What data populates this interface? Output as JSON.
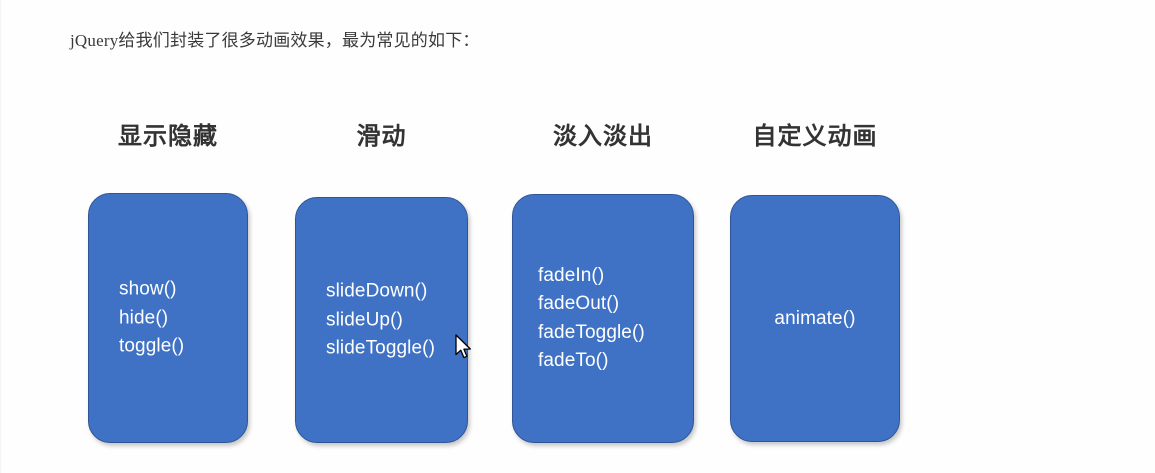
{
  "intro": {
    "text": "jQuery给我们封装了很多动画效果，最为常见的如下："
  },
  "colors": {
    "card_fill": "#3f72c5",
    "card_border": "#2f5596",
    "card_text": "#ffffff",
    "heading_text": "#333333",
    "background": "#fefefe"
  },
  "diagram": {
    "columns": [
      {
        "heading": "显示隐藏",
        "methods": [
          "show()",
          "hide()",
          "toggle()"
        ]
      },
      {
        "heading": "滑动",
        "methods": [
          "slideDown()",
          "slideUp()",
          "slideToggle()"
        ]
      },
      {
        "heading": "淡入淡出",
        "methods": [
          "fadeIn()",
          "fadeOut()",
          "fadeToggle()",
          "fadeTo()"
        ]
      },
      {
        "heading": "自定义动画",
        "methods": [
          "animate()"
        ]
      }
    ]
  },
  "cursor": {
    "icon": "mouse-pointer-arrow"
  }
}
